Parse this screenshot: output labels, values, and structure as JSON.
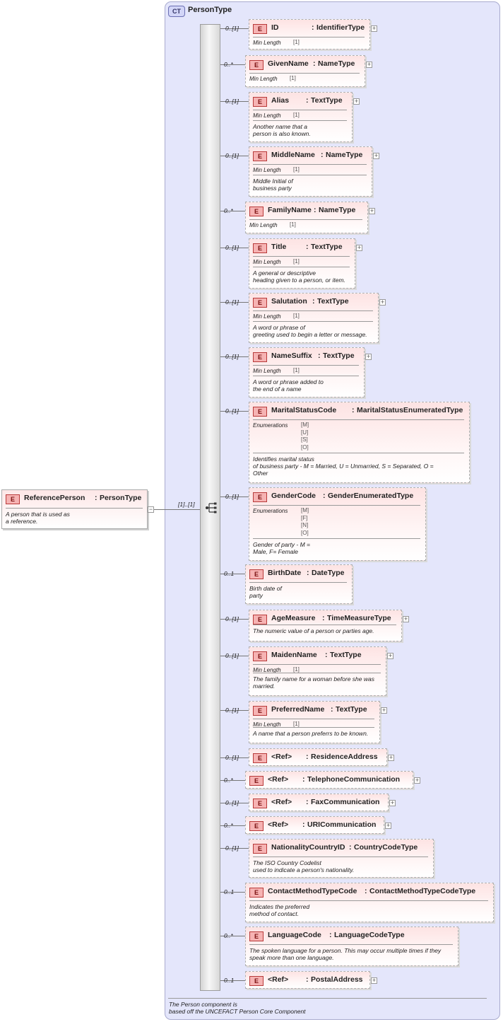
{
  "complex_type": {
    "badge": "CT",
    "name": "PersonType",
    "description": "The Person component is\nbased off the UNCEFACT Person Core Component"
  },
  "root": {
    "badge": "E",
    "name": "ReferencePerson",
    "type": "PersonType",
    "cardinality": "[1]..[1]",
    "description": "A person that is used as\na reference.",
    "collapse_glyph": "−"
  },
  "elements": [
    {
      "badge": "E",
      "name": "ID",
      "type": "IdentifierType",
      "cardinality": "0..[1]",
      "facet_label": "Min Length",
      "facet_value": "[1]",
      "description": "",
      "expand": "+"
    },
    {
      "badge": "E",
      "name": "GivenName",
      "type": "NameType",
      "cardinality": "0..*",
      "facet_label": "Min Length",
      "facet_value": "[1]",
      "description": "",
      "expand": "+"
    },
    {
      "badge": "E",
      "name": "Alias",
      "type": "TextType",
      "cardinality": "0..[1]",
      "facet_label": "Min Length",
      "facet_value": "[1]",
      "description": "Another name that a\nperson is also known.",
      "expand": "+"
    },
    {
      "badge": "E",
      "name": "MiddleName",
      "type": "NameType",
      "cardinality": "0..[1]",
      "facet_label": "Min Length",
      "facet_value": "[1]",
      "description": "Middle Initial of\nbusiness party",
      "expand": "+"
    },
    {
      "badge": "E",
      "name": "FamilyName",
      "type": "NameType",
      "cardinality": "0..*",
      "facet_label": "Min Length",
      "facet_value": "[1]",
      "description": "",
      "expand": "+"
    },
    {
      "badge": "E",
      "name": "Title",
      "type": "TextType",
      "cardinality": "0..[1]",
      "facet_label": "Min Length",
      "facet_value": "[1]",
      "description": "A general or descriptive\nheading given to a person, or item.",
      "expand": "+"
    },
    {
      "badge": "E",
      "name": "Salutation",
      "type": "TextType",
      "cardinality": "0..[1]",
      "facet_label": "Min Length",
      "facet_value": "[1]",
      "description": "A word or phrase of\ngreeting used to begin a letter or message.",
      "expand": "+"
    },
    {
      "badge": "E",
      "name": "NameSuffix",
      "type": "TextType",
      "cardinality": "0..[1]",
      "facet_label": "Min Length",
      "facet_value": "[1]",
      "description": "A word or phrase added to\nthe end of a name",
      "expand": "+"
    },
    {
      "badge": "E",
      "name": "MaritalStatusCode",
      "type": "MaritalStatusEnumeratedType",
      "cardinality": "0..[1]",
      "facet_label": "Enumerations",
      "facet_value": "[M]\n[U]\n[S]\n[O]",
      "description": "Identifies marital status\n    of business party - M = Married, U = Unmarried, S = Separated, O =\nOther",
      "expand": ""
    },
    {
      "badge": "E",
      "name": "GenderCode",
      "type": "GenderEnumeratedType",
      "cardinality": "0..[1]",
      "facet_label": "Enumerations",
      "facet_value": "[M]\n[F]\n[N]\n[O]",
      "description": "Gender of party - M =\nMale, F= Female",
      "expand": ""
    },
    {
      "badge": "E",
      "name": "BirthDate",
      "type": "DateType",
      "cardinality": "0..1",
      "facet_label": "",
      "facet_value": "",
      "description": "Birth date of\nparty",
      "expand": ""
    },
    {
      "badge": "E",
      "name": "AgeMeasure",
      "type": "TimeMeasureType",
      "cardinality": "0..[1]",
      "facet_label": "",
      "facet_value": "",
      "description": "The numeric value of a person or parties age.",
      "expand": "+"
    },
    {
      "badge": "E",
      "name": "MaidenName",
      "type": "TextType",
      "cardinality": "0..[1]",
      "facet_label": "Min Length",
      "facet_value": "[1]",
      "description": "The family name for a woman before she was\nmarried.",
      "expand": "+"
    },
    {
      "badge": "E",
      "name": "PreferredName",
      "type": "TextType",
      "cardinality": "0..[1]",
      "facet_label": "Min Length",
      "facet_value": "[1]",
      "description": "A name that a person preferrs to be known.",
      "expand": "+"
    },
    {
      "badge": "E",
      "name": "<Ref>",
      "type": "ResidenceAddress",
      "cardinality": "0..[1]",
      "facet_label": "",
      "facet_value": "",
      "description": "",
      "expand": "+"
    },
    {
      "badge": "E",
      "name": "<Ref>",
      "type": "TelephoneCommunication",
      "cardinality": "0..*",
      "facet_label": "",
      "facet_value": "",
      "description": "",
      "expand": "+"
    },
    {
      "badge": "E",
      "name": "<Ref>",
      "type": "FaxCommunication",
      "cardinality": "0..[1]",
      "facet_label": "",
      "facet_value": "",
      "description": "",
      "expand": "+"
    },
    {
      "badge": "E",
      "name": "<Ref>",
      "type": "URICommunication",
      "cardinality": "0..*",
      "facet_label": "",
      "facet_value": "",
      "description": "",
      "expand": "+"
    },
    {
      "badge": "E",
      "name": "NationalityCountryID",
      "type": "CountryCodeType",
      "cardinality": "0..[1]",
      "facet_label": "",
      "facet_value": "",
      "description": "The ISO Country Codelist\nused to indicate a person's nationality.",
      "expand": ""
    },
    {
      "badge": "E",
      "name": "ContactMethodTypeCode",
      "type": "ContactMethodTypeCodeType",
      "cardinality": "0..1",
      "facet_label": "",
      "facet_value": "",
      "description": "Indicates the preferred\nmethod of contact.",
      "expand": ""
    },
    {
      "badge": "E",
      "name": "LanguageCode",
      "type": "LanguageCodeType",
      "cardinality": "0..*",
      "facet_label": "",
      "facet_value": "",
      "description": "The spoken language for a person.  This may occur multiple times if they\nspeak more than one language.",
      "expand": ""
    },
    {
      "badge": "E",
      "name": "<Ref>",
      "type": "PostalAddress",
      "cardinality": "0..1",
      "facet_label": "",
      "facet_value": "",
      "description": "",
      "expand": "+"
    }
  ],
  "colors": {
    "complex_type_fill": "#e4e6fb",
    "element_fill": "#fde3e3",
    "badge_fill": "#f6b3b3",
    "badge_border": "#b83a3a"
  }
}
